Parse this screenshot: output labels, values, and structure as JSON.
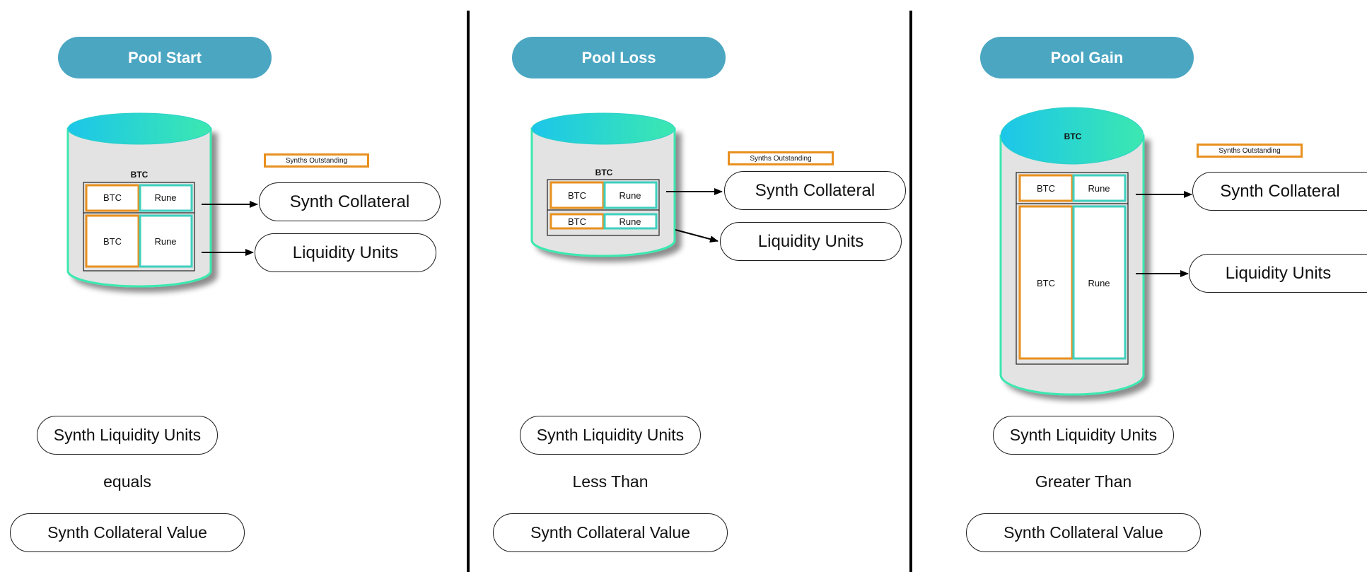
{
  "colors": {
    "header_bg": "#4ba6c2",
    "cylinder_body": "#e3e3e3",
    "cylinder_top_from": "#1cc6ea",
    "cylinder_top_to": "#3be8b0",
    "btc_border": "#e8901f",
    "rune_border": "#3fcfbf",
    "divider": "#000000"
  },
  "panels": [
    {
      "title": "Pool Start",
      "cylinder_label": "BTC",
      "synths_outstanding": "Synths Outstanding",
      "btc_label": "BTC",
      "rune_label": "Rune",
      "synth_collateral": "Synth Collateral",
      "liquidity_units": "Liquidity Units",
      "synth_liquidity_units": "Synth Liquidity Units",
      "comparison": "equals",
      "synth_collateral_value": "Synth Collateral Value"
    },
    {
      "title": "Pool Loss",
      "cylinder_label": "BTC",
      "synths_outstanding": "Synths Outstanding",
      "btc_label": "BTC",
      "rune_label": "Rune",
      "synth_collateral": "Synth Collateral",
      "liquidity_units": "Liquidity Units",
      "synth_liquidity_units": "Synth Liquidity Units",
      "comparison": "Less Than",
      "synth_collateral_value": "Synth Collateral Value"
    },
    {
      "title": "Pool Gain",
      "cylinder_label": "BTC",
      "synths_outstanding": "Synths Outstanding",
      "btc_label": "BTC",
      "rune_label": "Rune",
      "synth_collateral": "Synth Collateral",
      "liquidity_units": "Liquidity Units",
      "synth_liquidity_units": "Synth Liquidity Units",
      "comparison": "Greater Than",
      "synth_collateral_value": "Synth Collateral Value"
    }
  ]
}
